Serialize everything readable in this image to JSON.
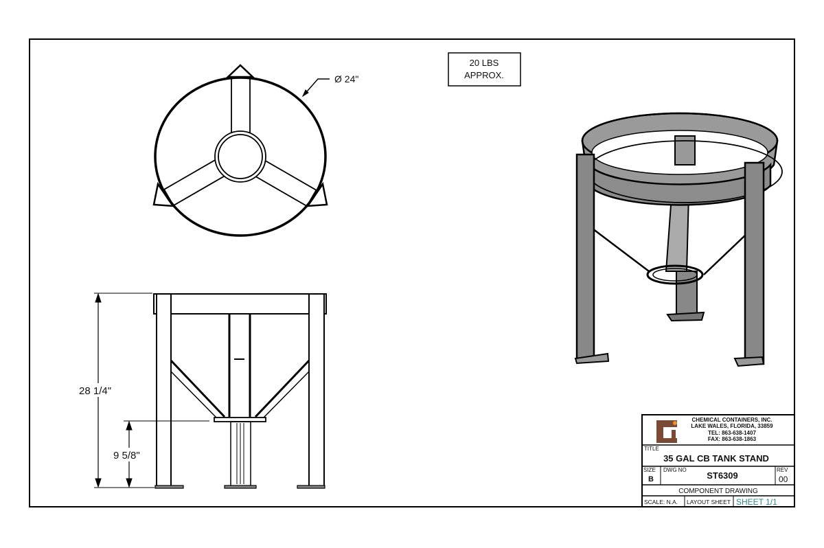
{
  "weight_note": {
    "line1": "20 LBS",
    "line2": "APPROX."
  },
  "top_view": {
    "diameter_label": "Ø 24\""
  },
  "front_view": {
    "overall_height": "28 1/4\"",
    "lower_height": "9 5/8\""
  },
  "title_block": {
    "company": "CHEMICAL CONTAINERS, INC.",
    "address": "LAKE WALES, FLORIDA, 33859",
    "tel": "TEL: 863-638-1407",
    "fax": "FAX: 863-638-1863",
    "logo_text": "cci",
    "title_label": "TITLE",
    "title": "35 GAL CB TANK STAND",
    "size_label": "SIZE",
    "size": "B",
    "dwg_no_label": "DWG NO",
    "dwg_no": "ST6309",
    "rev_label": "REV",
    "rev": "00",
    "drawing_type": "COMPONENT DRAWING",
    "scale": "SCALE: N.A.",
    "layout": "LAYOUT SHEET",
    "sheet": "SHEET 1/1"
  },
  "colors": {
    "logo": "#7a4a35",
    "logo_dot": "#e8913a",
    "sheet_text": "#2a8a8a",
    "steel": "#8c8c8c"
  }
}
